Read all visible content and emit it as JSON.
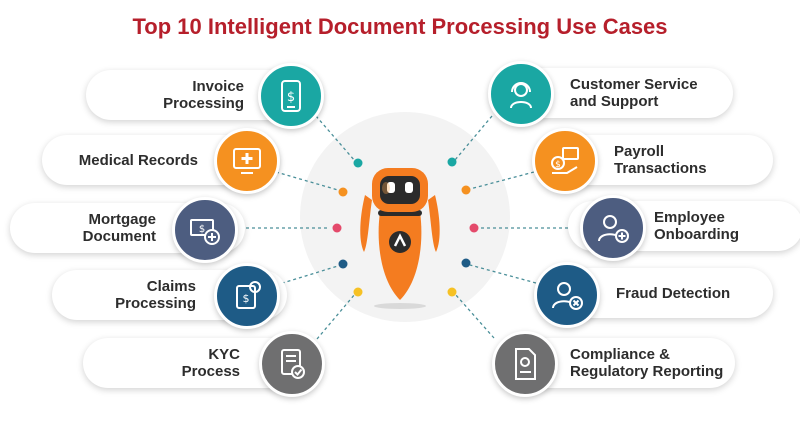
{
  "title": "Top 10 Intelligent Document Processing Use Cases",
  "colors": {
    "title": "#b61f2b",
    "teal": "#1aa7a3",
    "orange": "#f59120",
    "slate": "#4d5d80",
    "navy": "#1e5b86",
    "gray": "#6f6f70",
    "pink": "#e44a6b",
    "yellow": "#f6c124",
    "robot_orange": "#f47c20"
  },
  "left_cases": [
    {
      "line1": "Invoice",
      "line2": "Processing",
      "icon": "invoice-phone-icon",
      "color": "#1aa7a3",
      "dot_color": "#1aa7a3"
    },
    {
      "line1": "Medical Records",
      "line2": "",
      "icon": "medical-monitor-icon",
      "color": "#f59120",
      "dot_color": "#f59120"
    },
    {
      "line1": "Mortgage",
      "line2": "Document",
      "icon": "mortgage-cash-icon",
      "color": "#4d5d80",
      "dot_color": "#e44a6b"
    },
    {
      "line1": "Claims",
      "line2": "Processing",
      "icon": "claims-scroll-icon",
      "color": "#1e5b86",
      "dot_color": "#1e5b86"
    },
    {
      "line1": "KYC",
      "line2": "Process",
      "icon": "kyc-checklist-icon",
      "color": "#6f6f70",
      "dot_color": "#f6c124"
    }
  ],
  "right_cases": [
    {
      "line1": "Customer Service",
      "line2": "and Support",
      "icon": "headset-agent-icon",
      "color": "#1aa7a3",
      "dot_color": "#1aa7a3"
    },
    {
      "line1": "Payroll",
      "line2": "Transactions",
      "icon": "payroll-hand-icon",
      "color": "#f59120",
      "dot_color": "#f59120"
    },
    {
      "line1": "Employee",
      "line2": "Onboarding",
      "icon": "employee-add-icon",
      "color": "#4d5d80",
      "dot_color": "#e44a6b"
    },
    {
      "line1": "Fraud Detection",
      "line2": "",
      "icon": "fraud-person-icon",
      "color": "#1e5b86",
      "dot_color": "#1e5b86"
    },
    {
      "line1": "Compliance &",
      "line2": "Regulatory Reporting",
      "icon": "compliance-document-icon",
      "color": "#6f6f70",
      "dot_color": "#f6c124"
    }
  ]
}
